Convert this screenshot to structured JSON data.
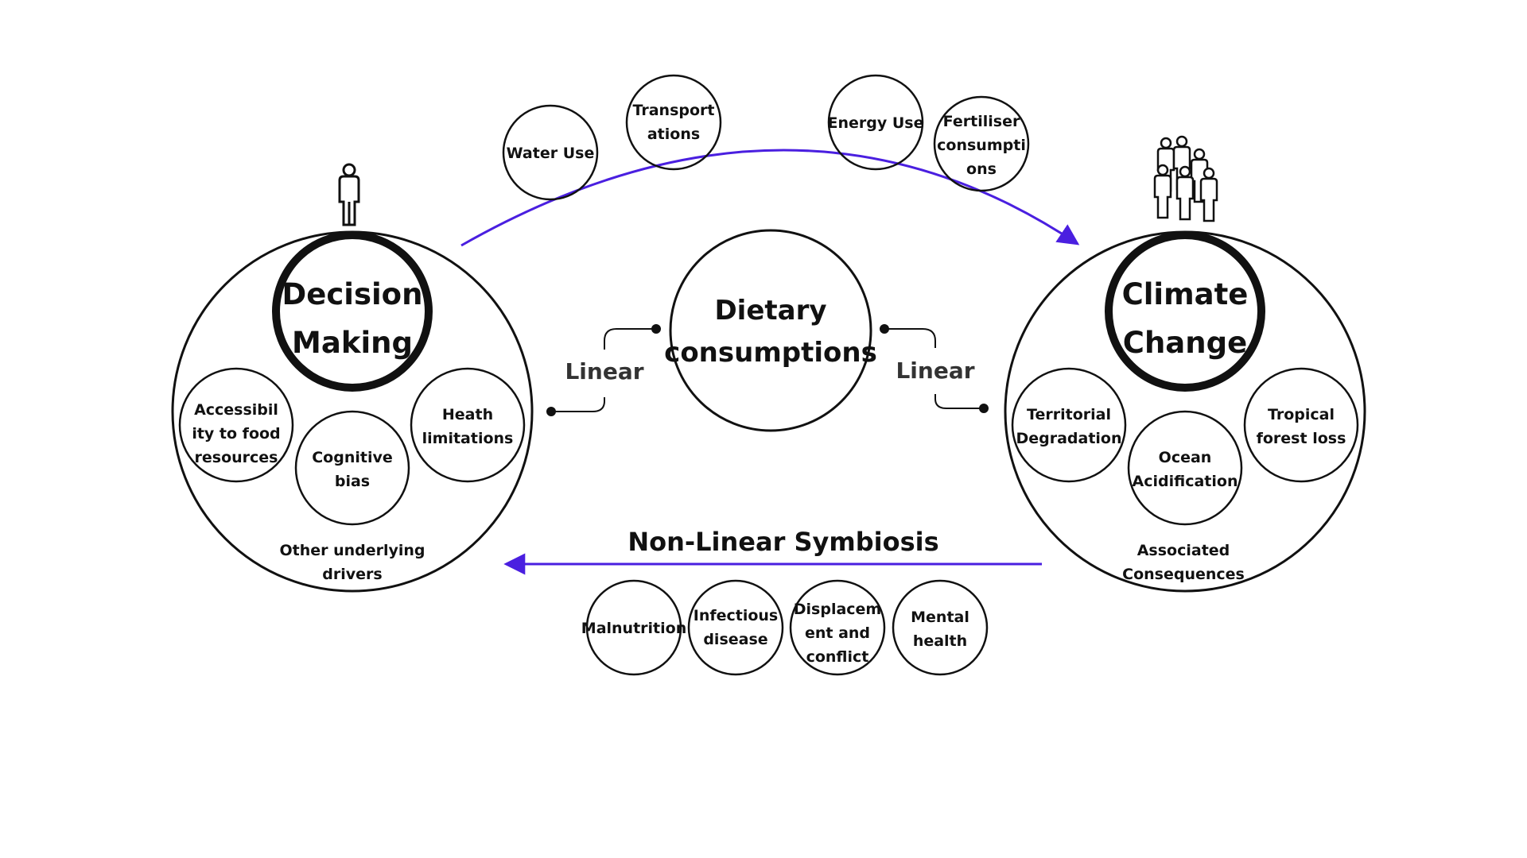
{
  "center": {
    "lines": [
      "Dietary",
      "consumptions"
    ]
  },
  "left": {
    "core": [
      "Decision",
      "Making"
    ],
    "items": [
      [
        "Accessibil",
        "ity to food",
        "resources"
      ],
      [
        "Cognitive",
        "bias"
      ],
      [
        "Heath",
        "limitations"
      ]
    ],
    "caption": [
      "Other underlying",
      "drivers"
    ],
    "icon": "single-person-icon"
  },
  "right": {
    "core": [
      "Climate",
      "Change"
    ],
    "items": [
      [
        "Territorial",
        "Degradation"
      ],
      [
        "Ocean",
        "Acidification"
      ],
      [
        "Tropical",
        "forest loss"
      ]
    ],
    "caption": [
      "Associated",
      "Consequences"
    ],
    "icon": "group-of-people-icon"
  },
  "links": {
    "left": "Linear",
    "right": "Linear"
  },
  "top_factors": [
    [
      "Water Use"
    ],
    [
      "Transport",
      "ations"
    ],
    [
      "Energy Use"
    ],
    [
      "Fertiliser",
      "consumpti",
      "ons"
    ]
  ],
  "nonlinear": {
    "label": "Non-Linear Symbiosis"
  },
  "bottom_factors": [
    [
      "Malnutrition"
    ],
    [
      "Infectious",
      "disease"
    ],
    [
      "Displacem",
      "ent and",
      "conflict"
    ],
    [
      "Mental",
      "health"
    ]
  ],
  "colors": {
    "arrow": "#4a1fe0",
    "stroke": "#111111"
  }
}
